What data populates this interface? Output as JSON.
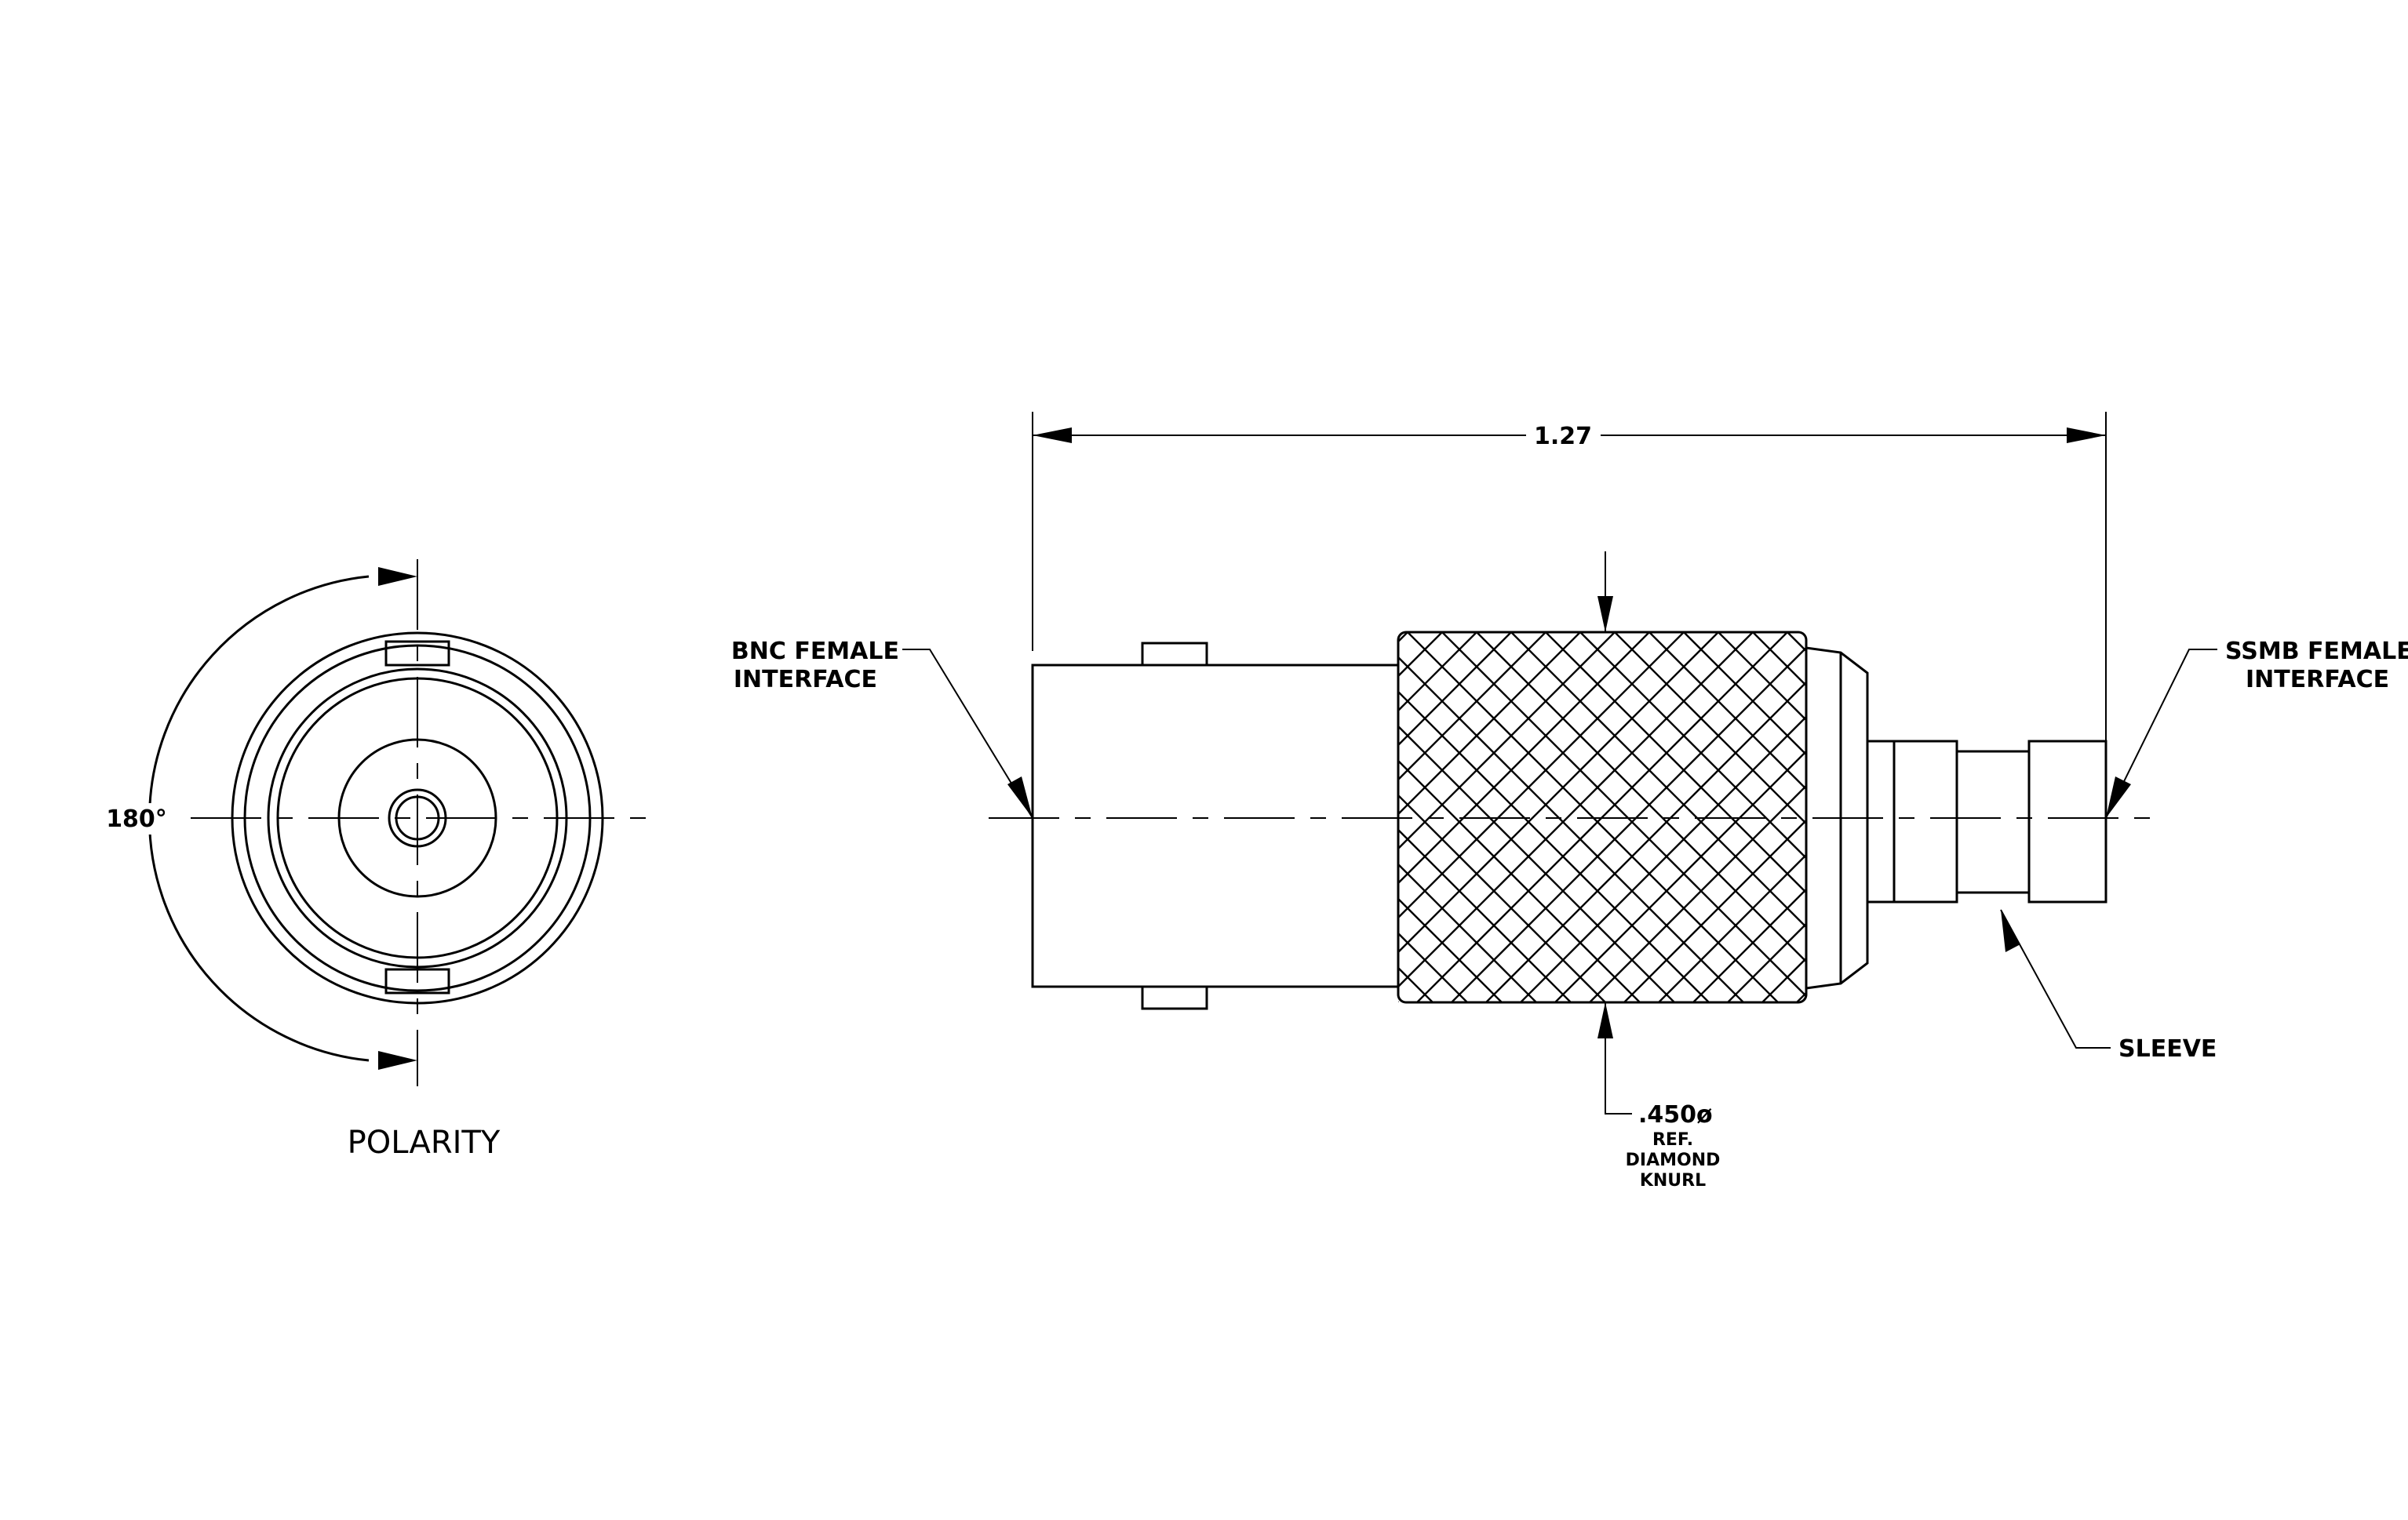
{
  "labels": {
    "overall_length": "1.27",
    "bnc_line1": "BNC FEMALE",
    "bnc_line2": "INTERFACE",
    "ssmb_line1": "SSMB FEMALE",
    "ssmb_line2": "INTERFACE",
    "sleeve": "SLEEVE",
    "knurl_dia": ".450ø",
    "knurl_ref": "REF.",
    "knurl_type1": "DIAMOND",
    "knurl_type2": "KNURL",
    "angle": "180°",
    "polarity": "POLARITY"
  }
}
